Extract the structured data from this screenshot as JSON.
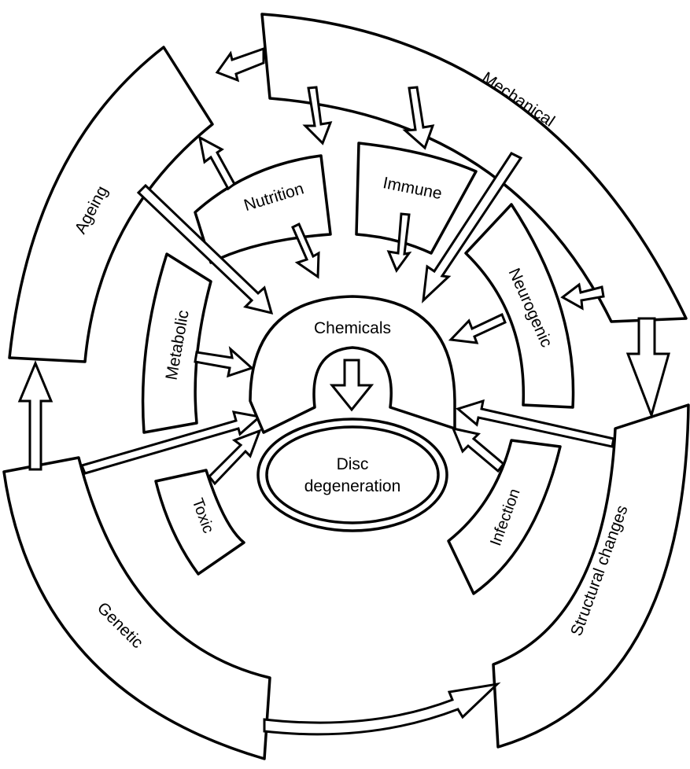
{
  "labels": {
    "mechanical": "Mechanical",
    "ageing": "Ageing",
    "genetic": "Genetic",
    "structural": "Structural changes",
    "nutrition": "Nutrition",
    "immune": "Immune",
    "metabolic": "Metabolic",
    "neurogenic": "Neurogenic",
    "toxic": "Toxic",
    "infection": "Infection",
    "chemicals": "Chemicals",
    "disc_line1": "Disc",
    "disc_line2": "degeneration"
  }
}
